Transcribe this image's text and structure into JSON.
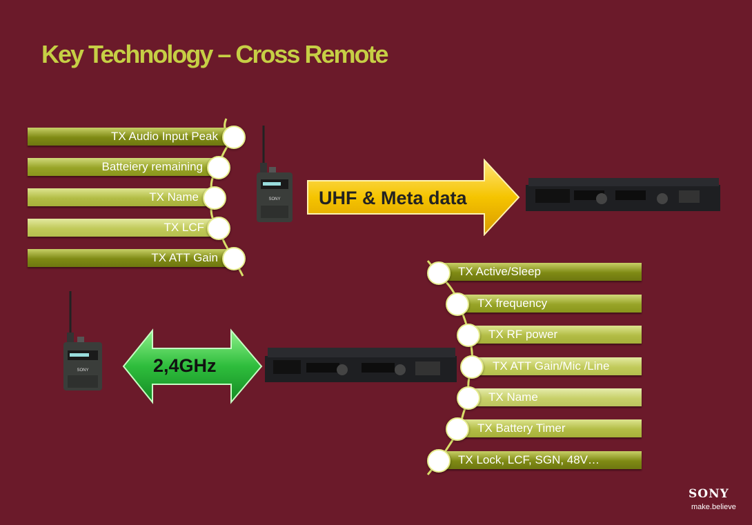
{
  "title": "Key Technology – Cross Remote",
  "uhf_label": "UHF  & Meta data",
  "ghz_label": "2,4GHz",
  "left_items": [
    {
      "label": "TX Audio Input Peak"
    },
    {
      "label": "Batteiery remaining"
    },
    {
      "label": "TX Name"
    },
    {
      "label": "TX LCF"
    },
    {
      "label": "TX ATT Gain"
    }
  ],
  "right_items": [
    {
      "label": "TX Active/Sleep"
    },
    {
      "label": "TX frequency"
    },
    {
      "label": "TX RF power"
    },
    {
      "label": "TX ATT Gain/Mic /Line"
    },
    {
      "label": "TX Name"
    },
    {
      "label": "TX Battery Timer"
    },
    {
      "label": "TX Lock, LCF, SGN, 48V…"
    }
  ],
  "logo": {
    "brand": "SONY",
    "tagline": "make.believe"
  },
  "colors": {
    "background": "#6b1a2a",
    "title": "#c6cf45",
    "uhf_arrow": "#f5c400",
    "ghz_arrow": "#2ebd3c"
  }
}
